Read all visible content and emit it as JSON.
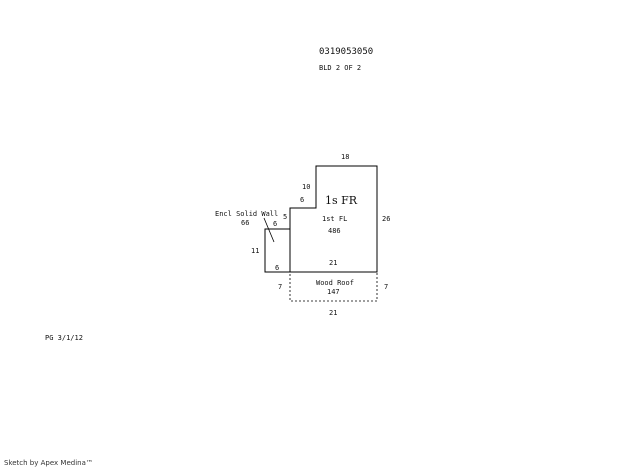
{
  "header": {
    "parcel_id": "0319053050",
    "building": "BLD 2 OF 2"
  },
  "sketch": {
    "main": {
      "title": "1s FR",
      "floor_label": "1st FL",
      "area": "486"
    },
    "enclosure": {
      "label": "Encl Solid Wall",
      "area": "66"
    },
    "roof": {
      "label": "Wood Roof",
      "area": "147"
    },
    "dims": {
      "top": "18",
      "right": "26",
      "step_vertical": "10",
      "step_horizontal": "6",
      "left_wall": "5",
      "encl_top": "6",
      "encl_bottom": "6",
      "encl_side": "11",
      "base_width": "21",
      "roof_left": "7",
      "roof_right": "7",
      "roof_bottom": "21"
    }
  },
  "footer": {
    "note": "PG 3/1/12",
    "credit": "Sketch by Apex Medina™"
  }
}
